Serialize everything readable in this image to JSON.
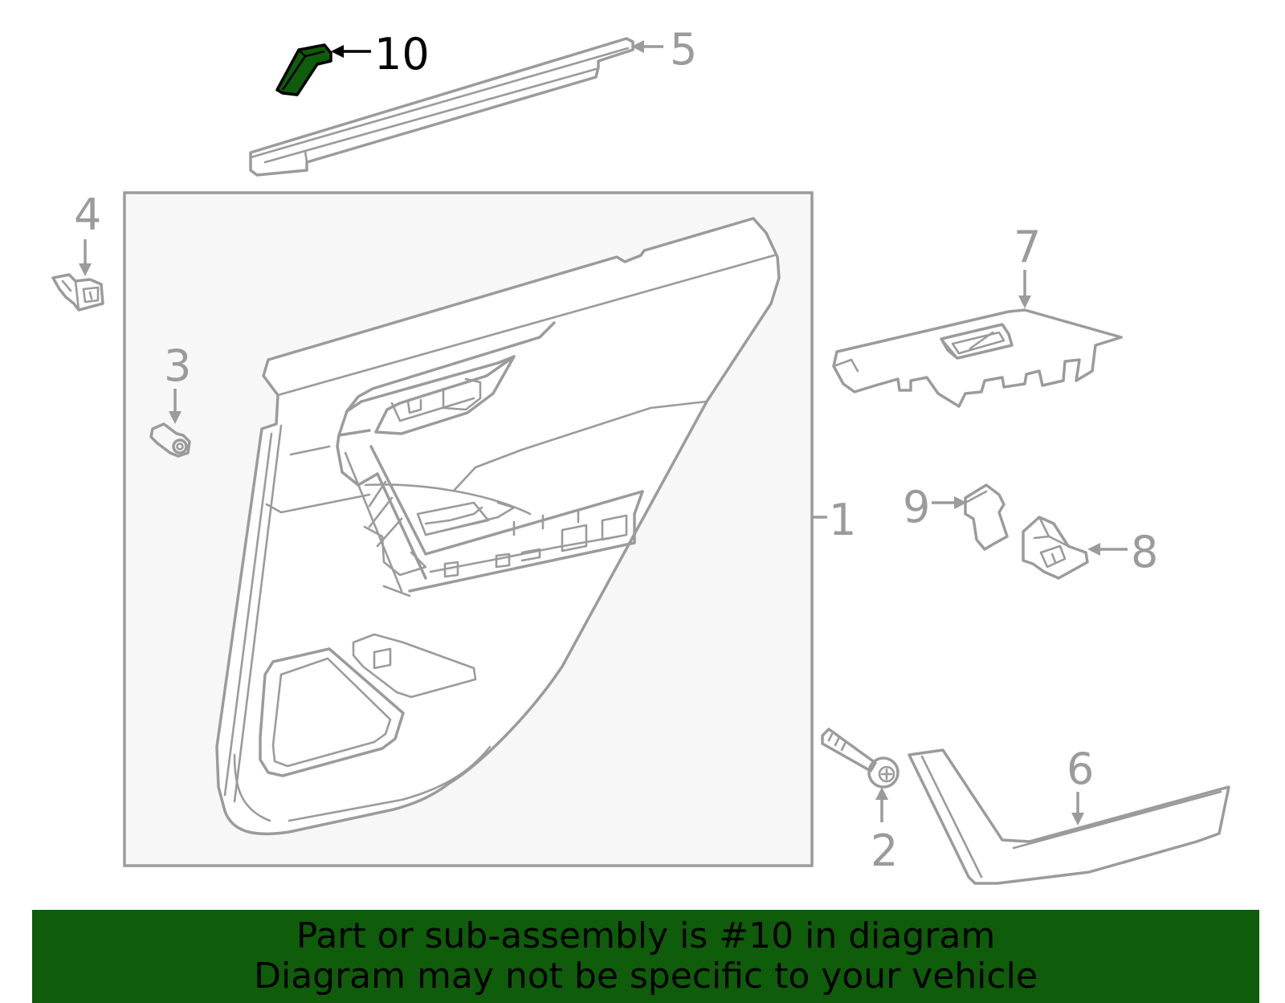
{
  "diagram": {
    "callouts": [
      {
        "id": "1",
        "label": "1"
      },
      {
        "id": "2",
        "label": "2"
      },
      {
        "id": "3",
        "label": "3"
      },
      {
        "id": "4",
        "label": "4"
      },
      {
        "id": "5",
        "label": "5"
      },
      {
        "id": "6",
        "label": "6"
      },
      {
        "id": "7",
        "label": "7"
      },
      {
        "id": "8",
        "label": "8"
      },
      {
        "id": "9",
        "label": "9"
      },
      {
        "id": "10",
        "label": "10"
      }
    ],
    "highlighted_part": "10",
    "highlight_color": "#0f5c0a",
    "line_color": "#9b9b9b"
  },
  "banner": {
    "line1": "Part or sub-assembly is #10 in diagram",
    "line2": "Diagram may not be specific to your vehicle",
    "background_color": "#0f5c0a"
  }
}
